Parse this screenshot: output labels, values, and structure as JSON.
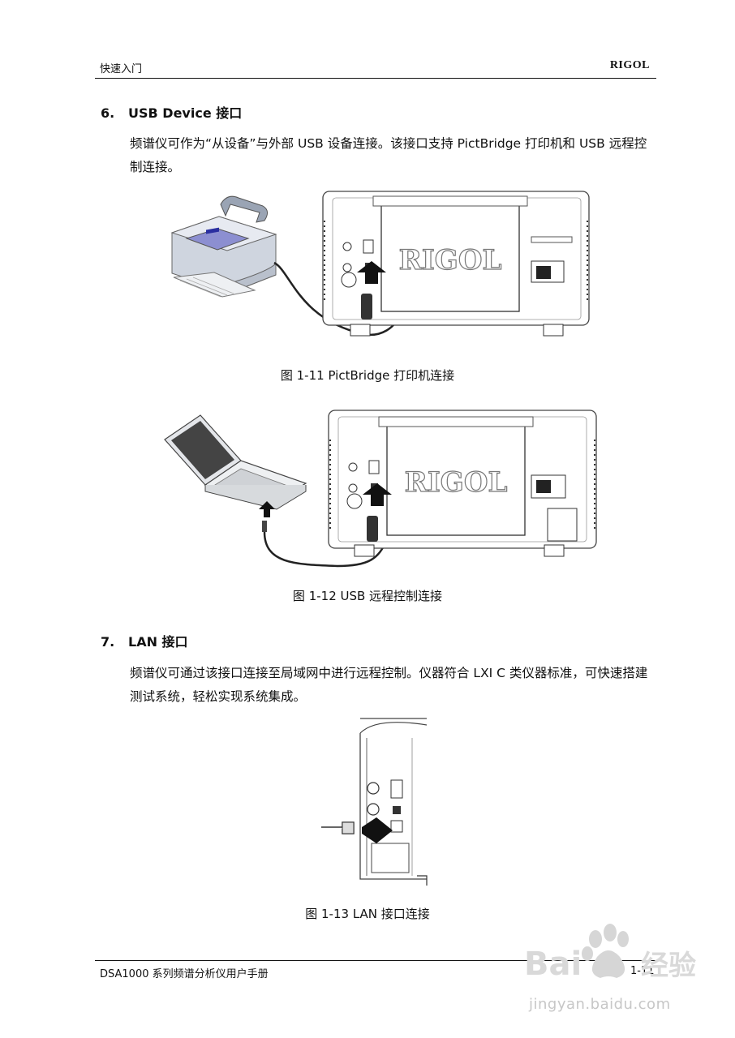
{
  "header": {
    "left": "快速入门",
    "right": "RIGOL"
  },
  "section6": {
    "number": "6.",
    "title": "USB Device 接口",
    "paragraph": "频谱仪可作为“从设备”与外部 USB 设备连接。该接口支持 PictBridge 打印机和 USB 远程控制连接。"
  },
  "figure_1_11": {
    "caption": "图  1-11 PictBridge 打印机连接",
    "logo": "RIGOL"
  },
  "figure_1_12": {
    "caption": "图  1-12 USB 远程控制连接",
    "logo": "RIGOL"
  },
  "section7": {
    "number": "7.",
    "title": "LAN 接口",
    "paragraph": "频谱仪可通过该接口连接至局域网中进行远程控制。仪器符合 LXI C 类仪器标准，可快速搭建测试系统，轻松实现系统集成。"
  },
  "figure_1_13": {
    "caption": "图  1-13 LAN  接口连接"
  },
  "footer": {
    "left": "DSA1000 系列频谱分析仪用户手册",
    "right": "1-11"
  },
  "watermark": {
    "brand": "Bai du 经验",
    "url": "jingyan.baidu.com"
  }
}
